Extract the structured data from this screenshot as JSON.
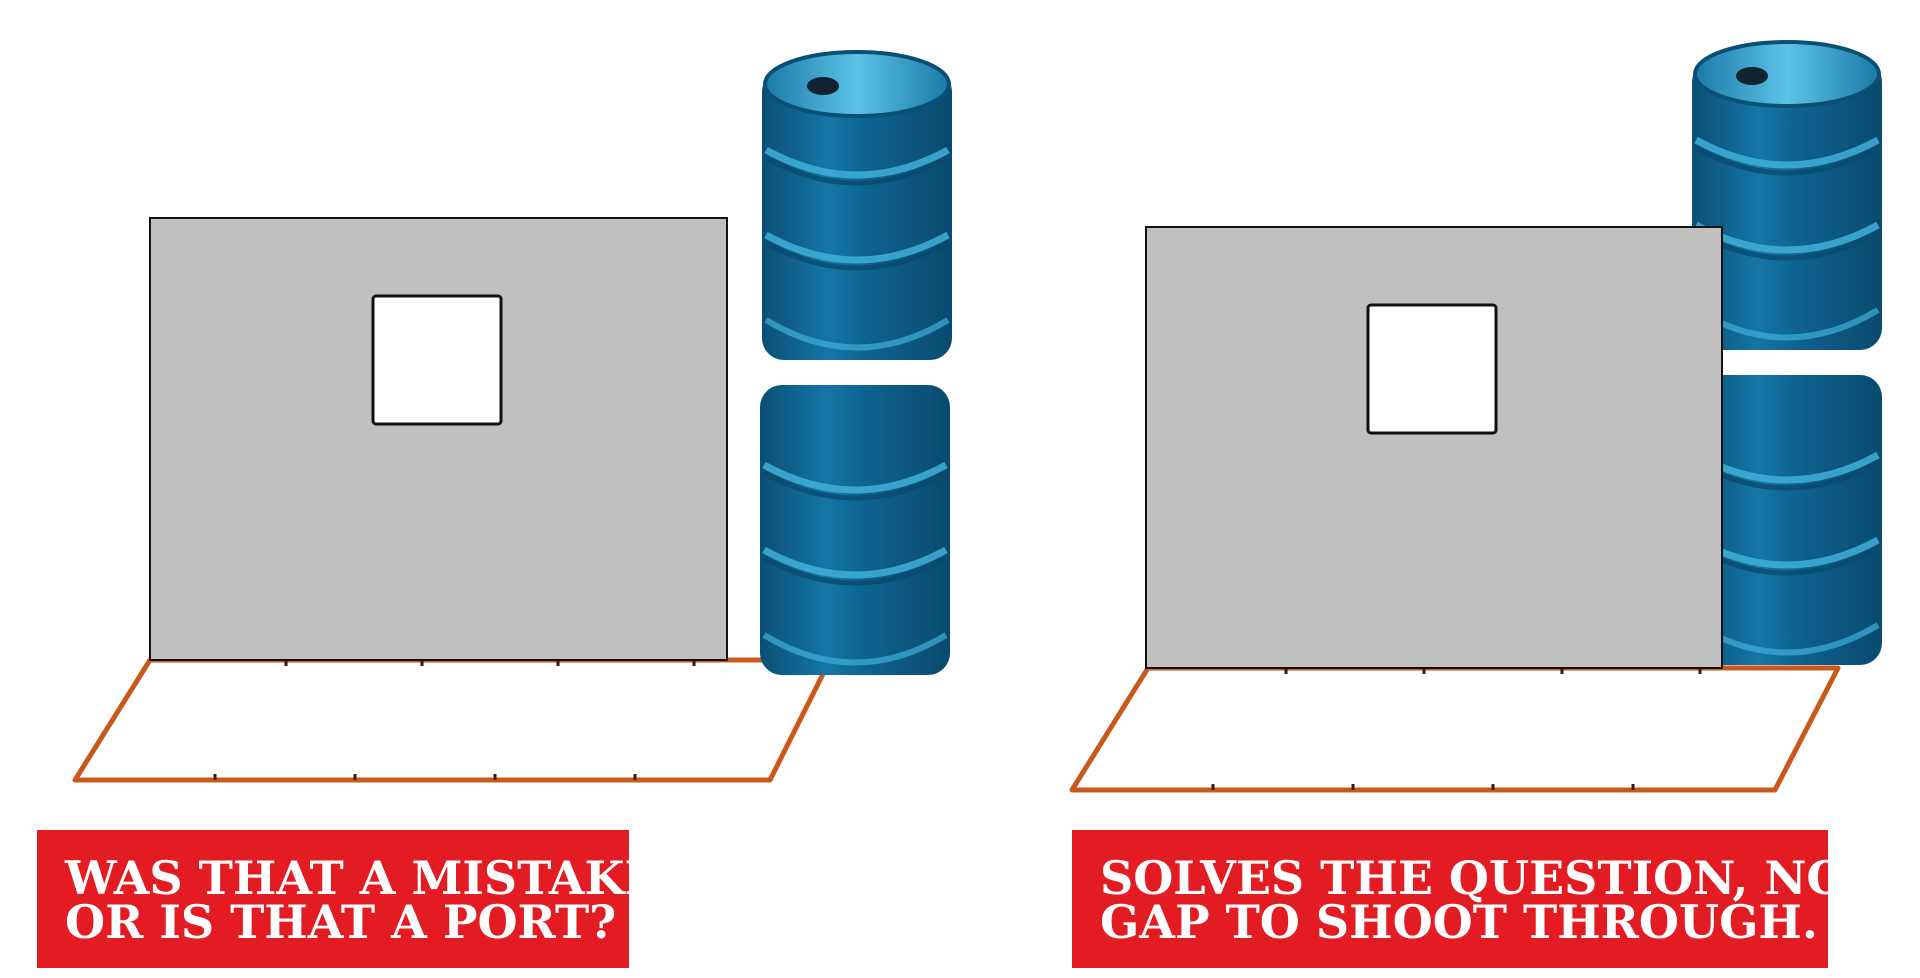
{
  "panels": [
    {
      "id": "left",
      "caption_lines": [
        "WAS THAT A MISTAKE",
        "OR IS THAT A PORT?"
      ]
    },
    {
      "id": "right",
      "caption_lines": [
        "SOLVES THE QUESTION, NO",
        "GAP TO SHOOT THROUGH."
      ]
    }
  ],
  "colors": {
    "wall": "#c0c0c0",
    "wall_outline": "#111111",
    "port": "#ffffff",
    "floor_frame": "#c8581c",
    "barrel_body": "#0e5f88",
    "barrel_highlight": "#3fb0d8",
    "caption_bg": "#e31b23",
    "caption_text": "#ffffff"
  },
  "icons": [
    "wall-panel",
    "port-window",
    "stacked-barrels",
    "floor-frame"
  ]
}
